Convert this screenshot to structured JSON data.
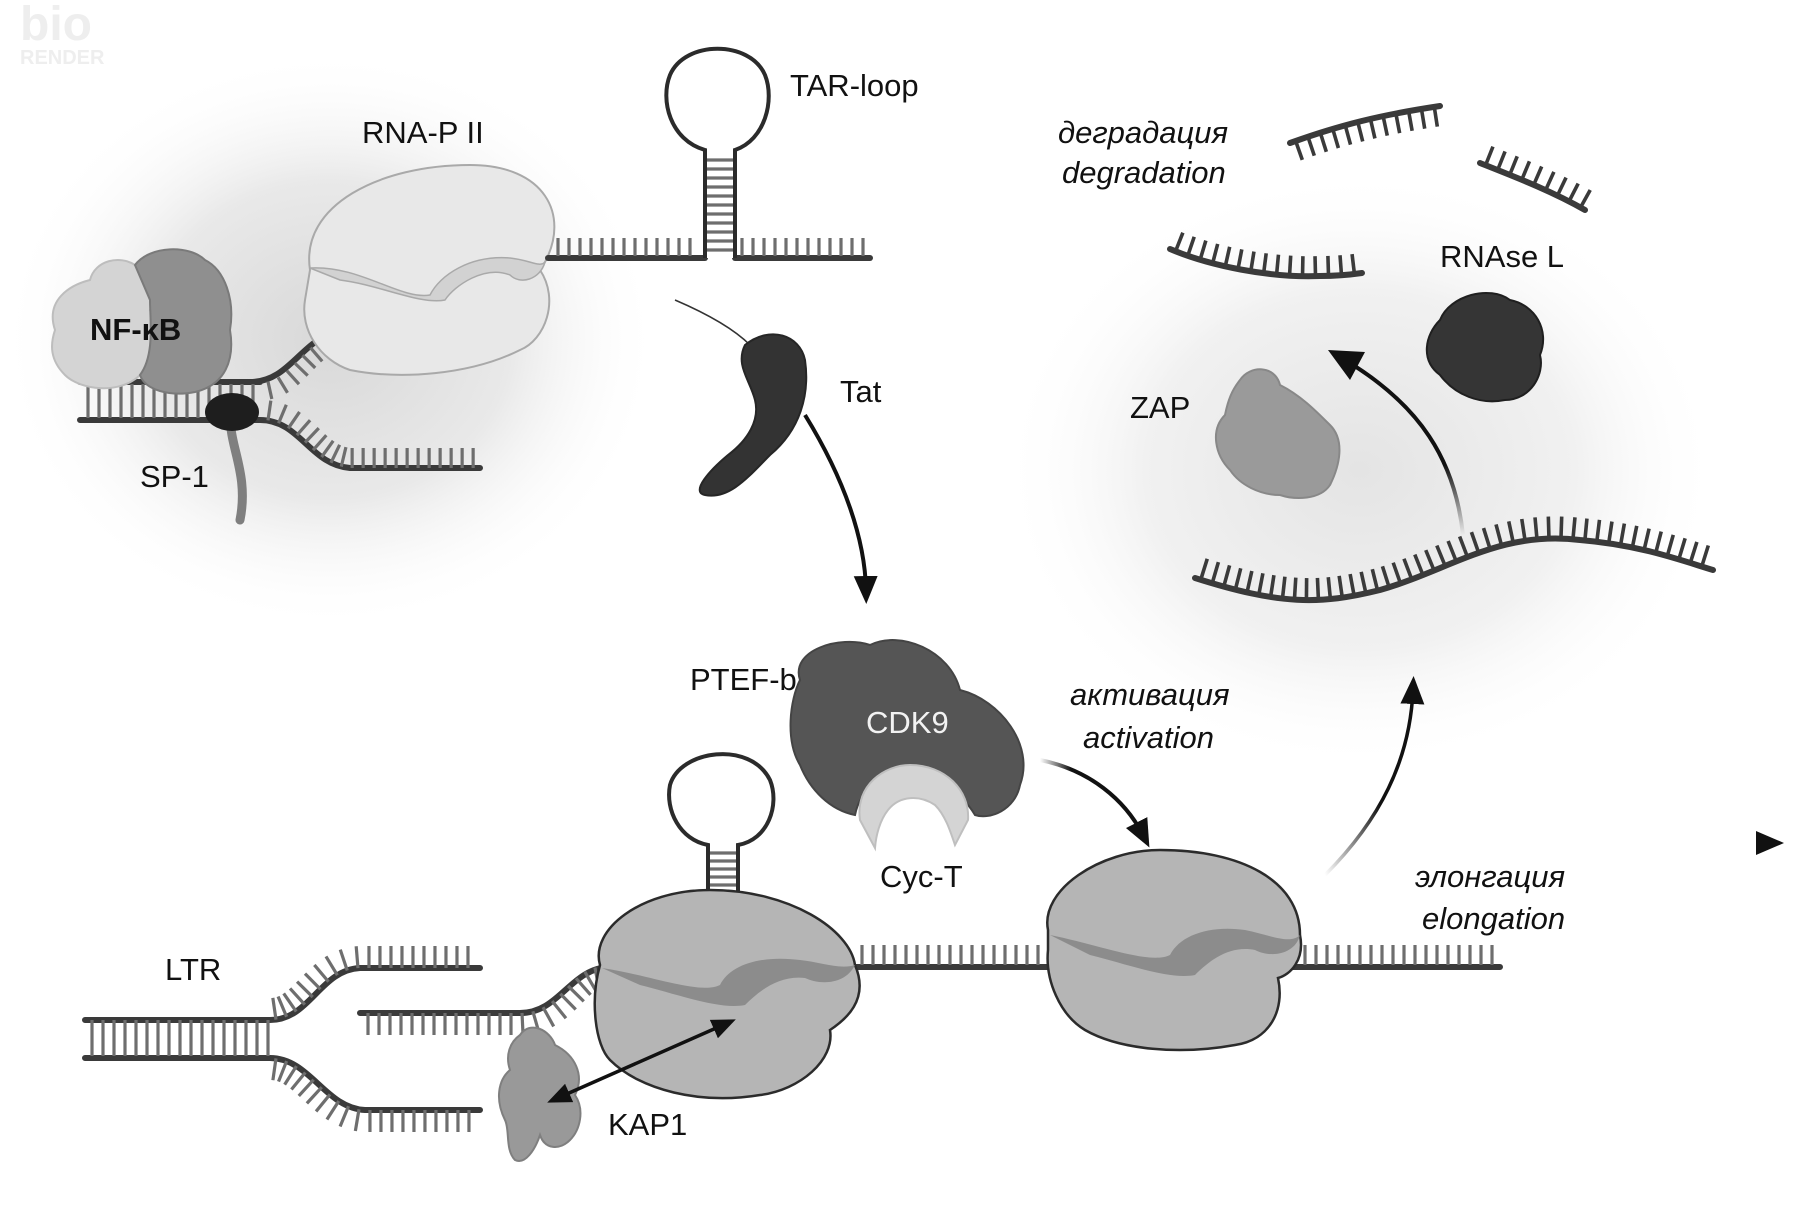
{
  "figure": {
    "watermark": {
      "top": "bio",
      "bottom": "RENDER"
    },
    "labels": {
      "rnap2": "RNA-P II",
      "tar_loop": "TAR-loop",
      "nfkb": "NF-κB",
      "sp1": "SP-1",
      "tat": "Tat",
      "degradation_ru": "деградация",
      "degradation_en": "degradation",
      "rnase_l": "RNAse L",
      "zap": "ZAP",
      "ptefb": "PTEF-b",
      "cdk9": "CDK9",
      "cyct": "Cyc-T",
      "activation_ru": "активация",
      "activation_en": "activation",
      "ltr": "LTR",
      "kap1": "KAP1",
      "elongation_ru": "элонгация",
      "elongation_en": "elongation"
    },
    "colors": {
      "background": "#ffffff",
      "backbone": "#3a3a3a",
      "polymerase_light": "#e6e6e6",
      "polymerase_mid": "#b5b5b5",
      "polymerase_dark": "#8c8c8c",
      "tat": "#333333",
      "cdk9": "#555555",
      "cyct": "#d4d4d4",
      "rnase_l": "#353535",
      "zap": "#9a9a9a",
      "kap1": "#999999",
      "nfkb_light": "#cfcfcf",
      "nfkb_dark": "#8f8f8f"
    }
  }
}
